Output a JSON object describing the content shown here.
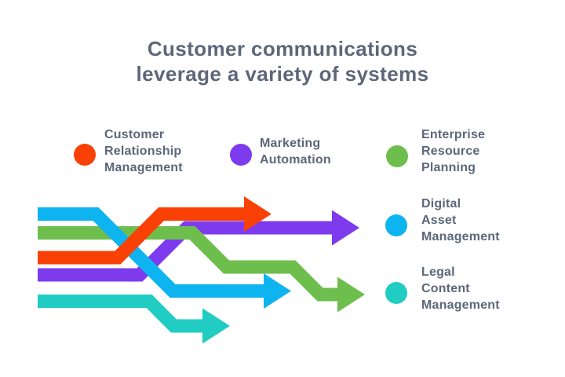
{
  "title": {
    "line1": "Customer communications",
    "line2": "leverage a variety of systems"
  },
  "palette": {
    "title_text": "#5d6779",
    "label_text": "#5d6779",
    "background": "#ffffff",
    "crm_red": "#f94106",
    "marketing_purple": "#7e3bee",
    "erp_green": "#6ebe4d",
    "dam_blue": "#0db4f0",
    "legal_teal": "#21ccc2"
  },
  "legend": [
    {
      "label": "Customer Relationship Management",
      "label_lines": [
        "Customer",
        "Relationship",
        "Management"
      ],
      "color": "#f94106"
    },
    {
      "label": "Marketing Automation",
      "label_lines": [
        "Marketing",
        "Automation"
      ],
      "color": "#7e3bee"
    },
    {
      "label": "Enterprise Resource Planning",
      "label_lines": [
        "Enterprise",
        "Resource",
        "Planning"
      ],
      "color": "#6ebe4d"
    },
    {
      "label": "Digital Asset Management",
      "label_lines": [
        "Digital",
        "Asset",
        "Management"
      ],
      "color": "#0db4f0"
    },
    {
      "label": "Legal Content Management",
      "label_lines": [
        "Legal",
        "Content",
        "Management"
      ],
      "color": "#21ccc2"
    }
  ]
}
